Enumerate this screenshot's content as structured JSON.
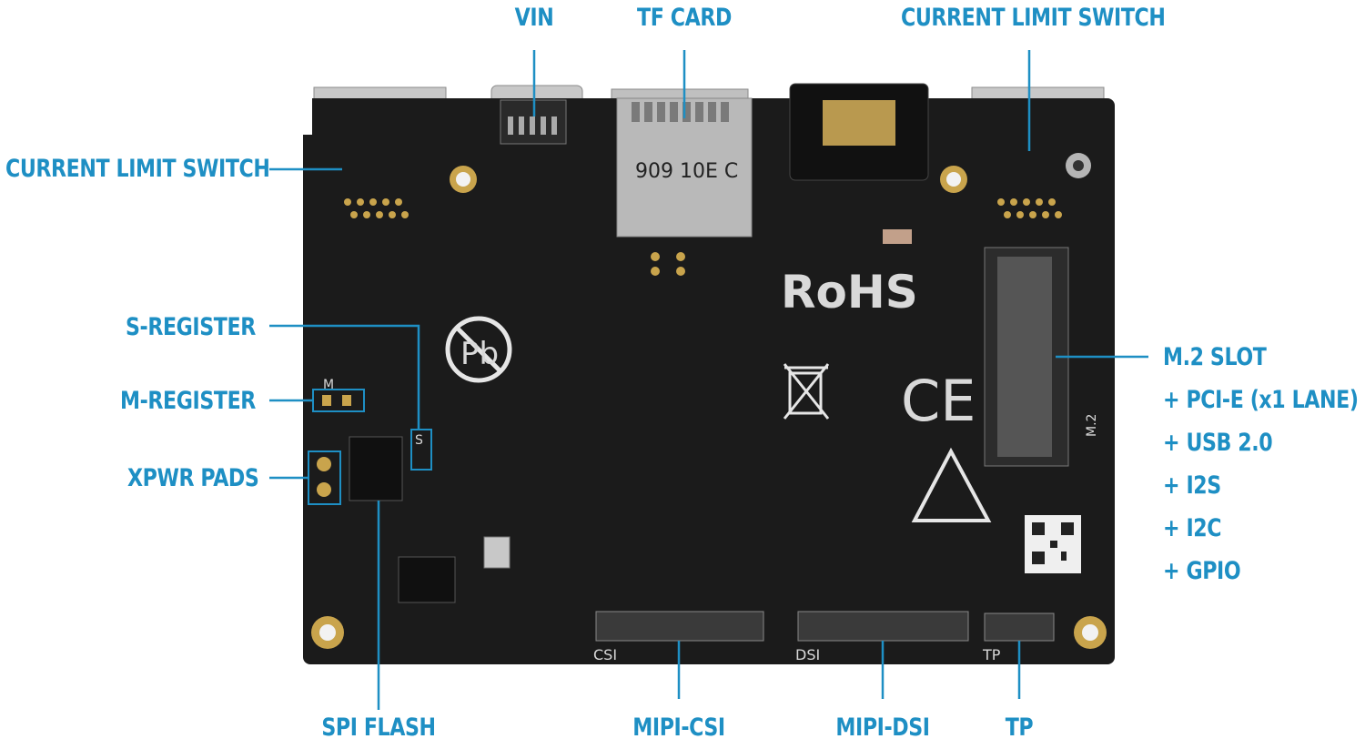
{
  "colors": {
    "label": "#1e8fc4",
    "leader": "#1e8fc4",
    "board": "#1b1b1b",
    "silkscreen": "#e6e6e6",
    "gold": "#c9a44c"
  },
  "labels": {
    "vin": "VIN",
    "tf_card": "TF CARD",
    "current_limit_top": "CURRENT LIMIT SWITCH",
    "current_limit_left": "CURRENT LIMIT SWITCH",
    "s_register": "S-REGISTER",
    "m_register": "M-REGISTER",
    "xpwr_pads": "XPWR PADS",
    "spi_flash": "SPI FLASH",
    "mipi_csi": "MIPI-CSI",
    "mipi_dsi": "MIPI-DSI",
    "tp": "TP",
    "m2_slot": "M.2 SLOT",
    "m2_features": [
      "+ PCI-E (x1 LANE)",
      "+ USB 2.0",
      "+ I2S",
      "+ I2C",
      "+ GPIO"
    ]
  },
  "silkscreen": {
    "rohs": "RoHS",
    "ce": "CE",
    "pb": "Pb",
    "csi": "CSI",
    "dsi": "DSI",
    "tp": "TP",
    "m2": "M.2",
    "m_mark": "M",
    "s_mark": "S",
    "card_code": "909 10E C"
  },
  "icons": [
    "pb-free-icon",
    "weee-bin-icon",
    "ce-mark-icon",
    "triangle-logo-icon",
    "qr-code-icon"
  ]
}
